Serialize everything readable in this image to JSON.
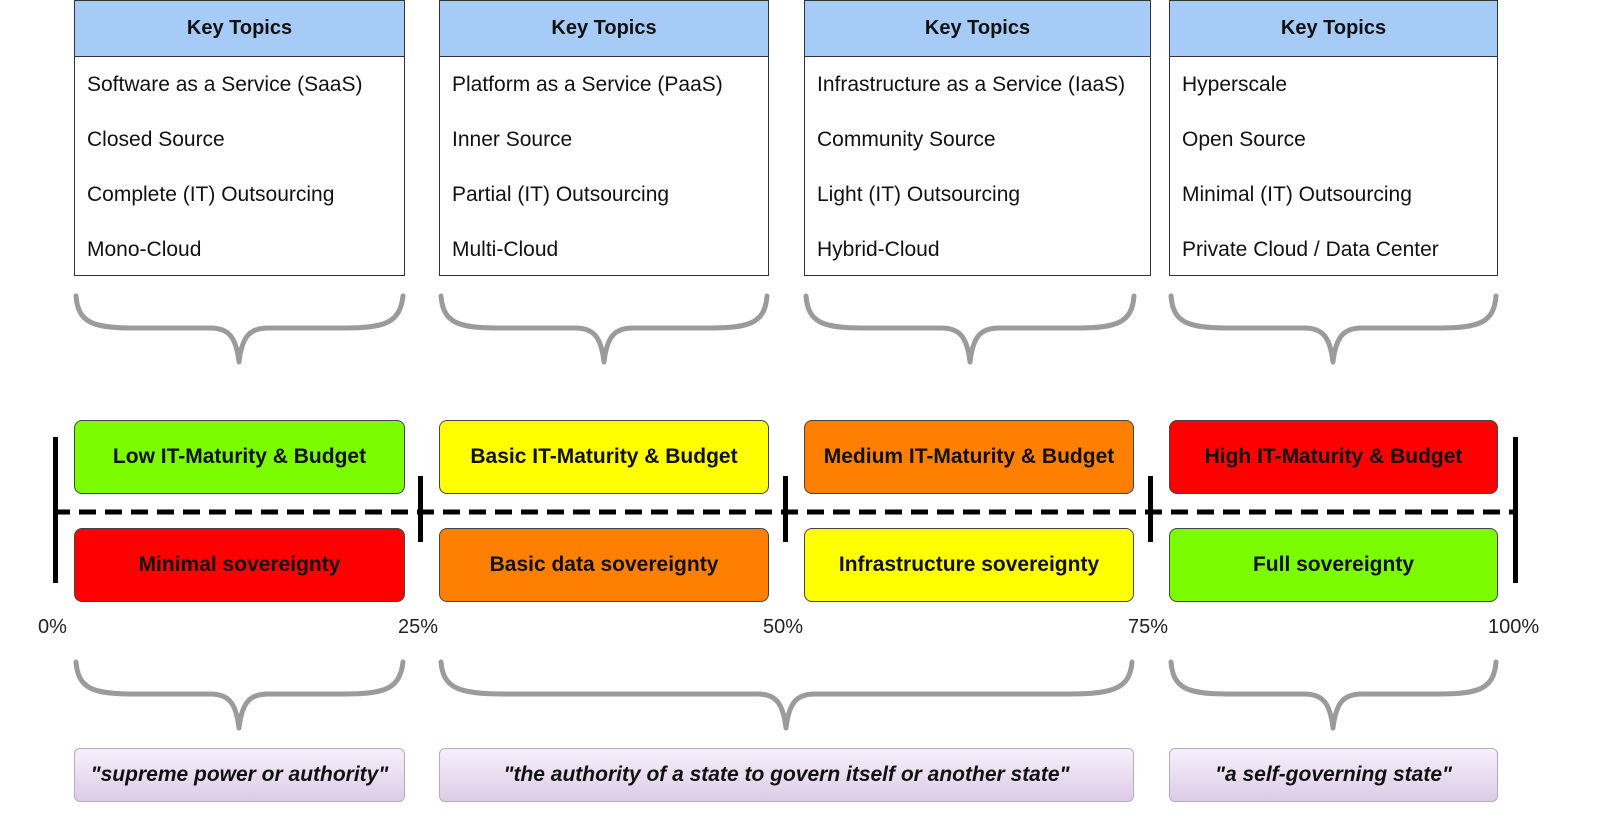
{
  "columns": [
    {
      "header": "Key Topics",
      "topics": [
        "Software as a Service (SaaS)",
        "Closed Source",
        "Complete (IT) Outsourcing",
        "Mono-Cloud"
      ],
      "maturity": "Low IT-Maturity & Budget",
      "maturity_color": "#7cfc00",
      "sovereignty": "Minimal sovereignty",
      "sovereignty_color": "#ff0000"
    },
    {
      "header": "Key Topics",
      "topics": [
        "Platform as a Service (PaaS)",
        "Inner Source",
        "Partial (IT) Outsourcing",
        "Multi-Cloud"
      ],
      "maturity": "Basic IT-Maturity & Budget",
      "maturity_color": "#ffff00",
      "sovereignty": "Basic data sovereignty",
      "sovereignty_color": "#ff8000"
    },
    {
      "header": "Key Topics",
      "topics": [
        "Infrastructure as a Service (IaaS)",
        "Community Source",
        "Light (IT) Outsourcing",
        "Hybrid-Cloud"
      ],
      "maturity": "Medium IT-Maturity & Budget",
      "maturity_color": "#ff8000",
      "sovereignty": "Infrastructure sovereignty",
      "sovereignty_color": "#ffff00"
    },
    {
      "header": "Key Topics",
      "topics": [
        "Hyperscale",
        "Open Source",
        "Minimal (IT) Outsourcing",
        "Private Cloud / Data Center"
      ],
      "maturity": "High IT-Maturity & Budget",
      "maturity_color": "#ff0000",
      "sovereignty": "Full sovereignty",
      "sovereignty_color": "#7cfc00"
    }
  ],
  "scale": [
    "0%",
    "25%",
    "50%",
    "75%",
    "100%"
  ],
  "definitions": [
    "\"supreme power or authority\"",
    "\"the authority of a state to govern itself or another state\"",
    "\"a self-governing state\""
  ]
}
